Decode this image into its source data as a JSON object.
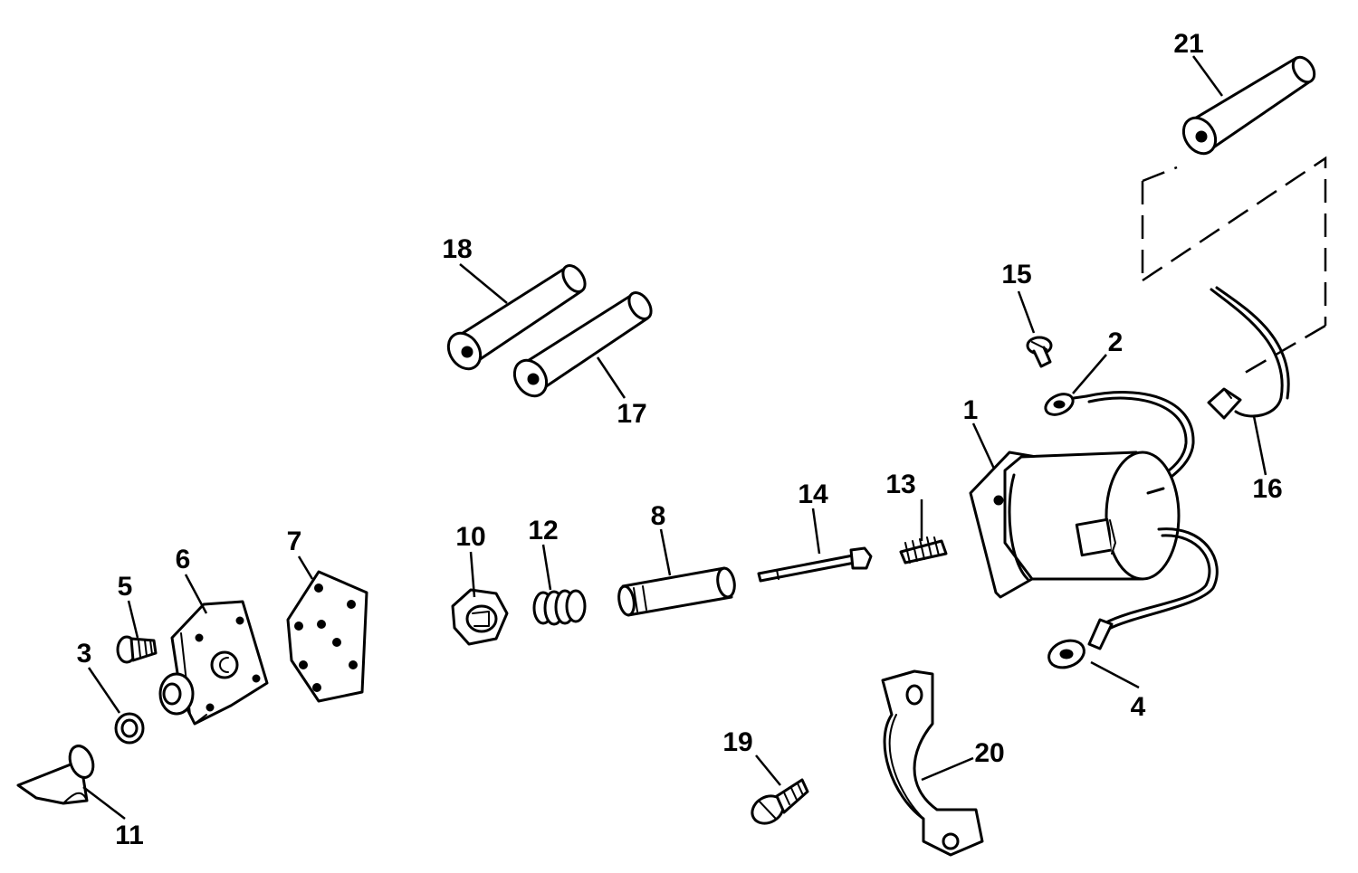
{
  "callouts": {
    "c1": "1",
    "c2": "2",
    "c3": "3",
    "c4": "4",
    "c5": "5",
    "c6": "6",
    "c7": "7",
    "c8": "8",
    "c10": "10",
    "c11": "11",
    "c12": "12",
    "c13": "13",
    "c14": "14",
    "c15": "15",
    "c16": "16",
    "c17": "17",
    "c18": "18",
    "c19": "19",
    "c20": "20",
    "c21": "21"
  },
  "colors": {
    "line": "#000000",
    "background": "#ffffff"
  }
}
